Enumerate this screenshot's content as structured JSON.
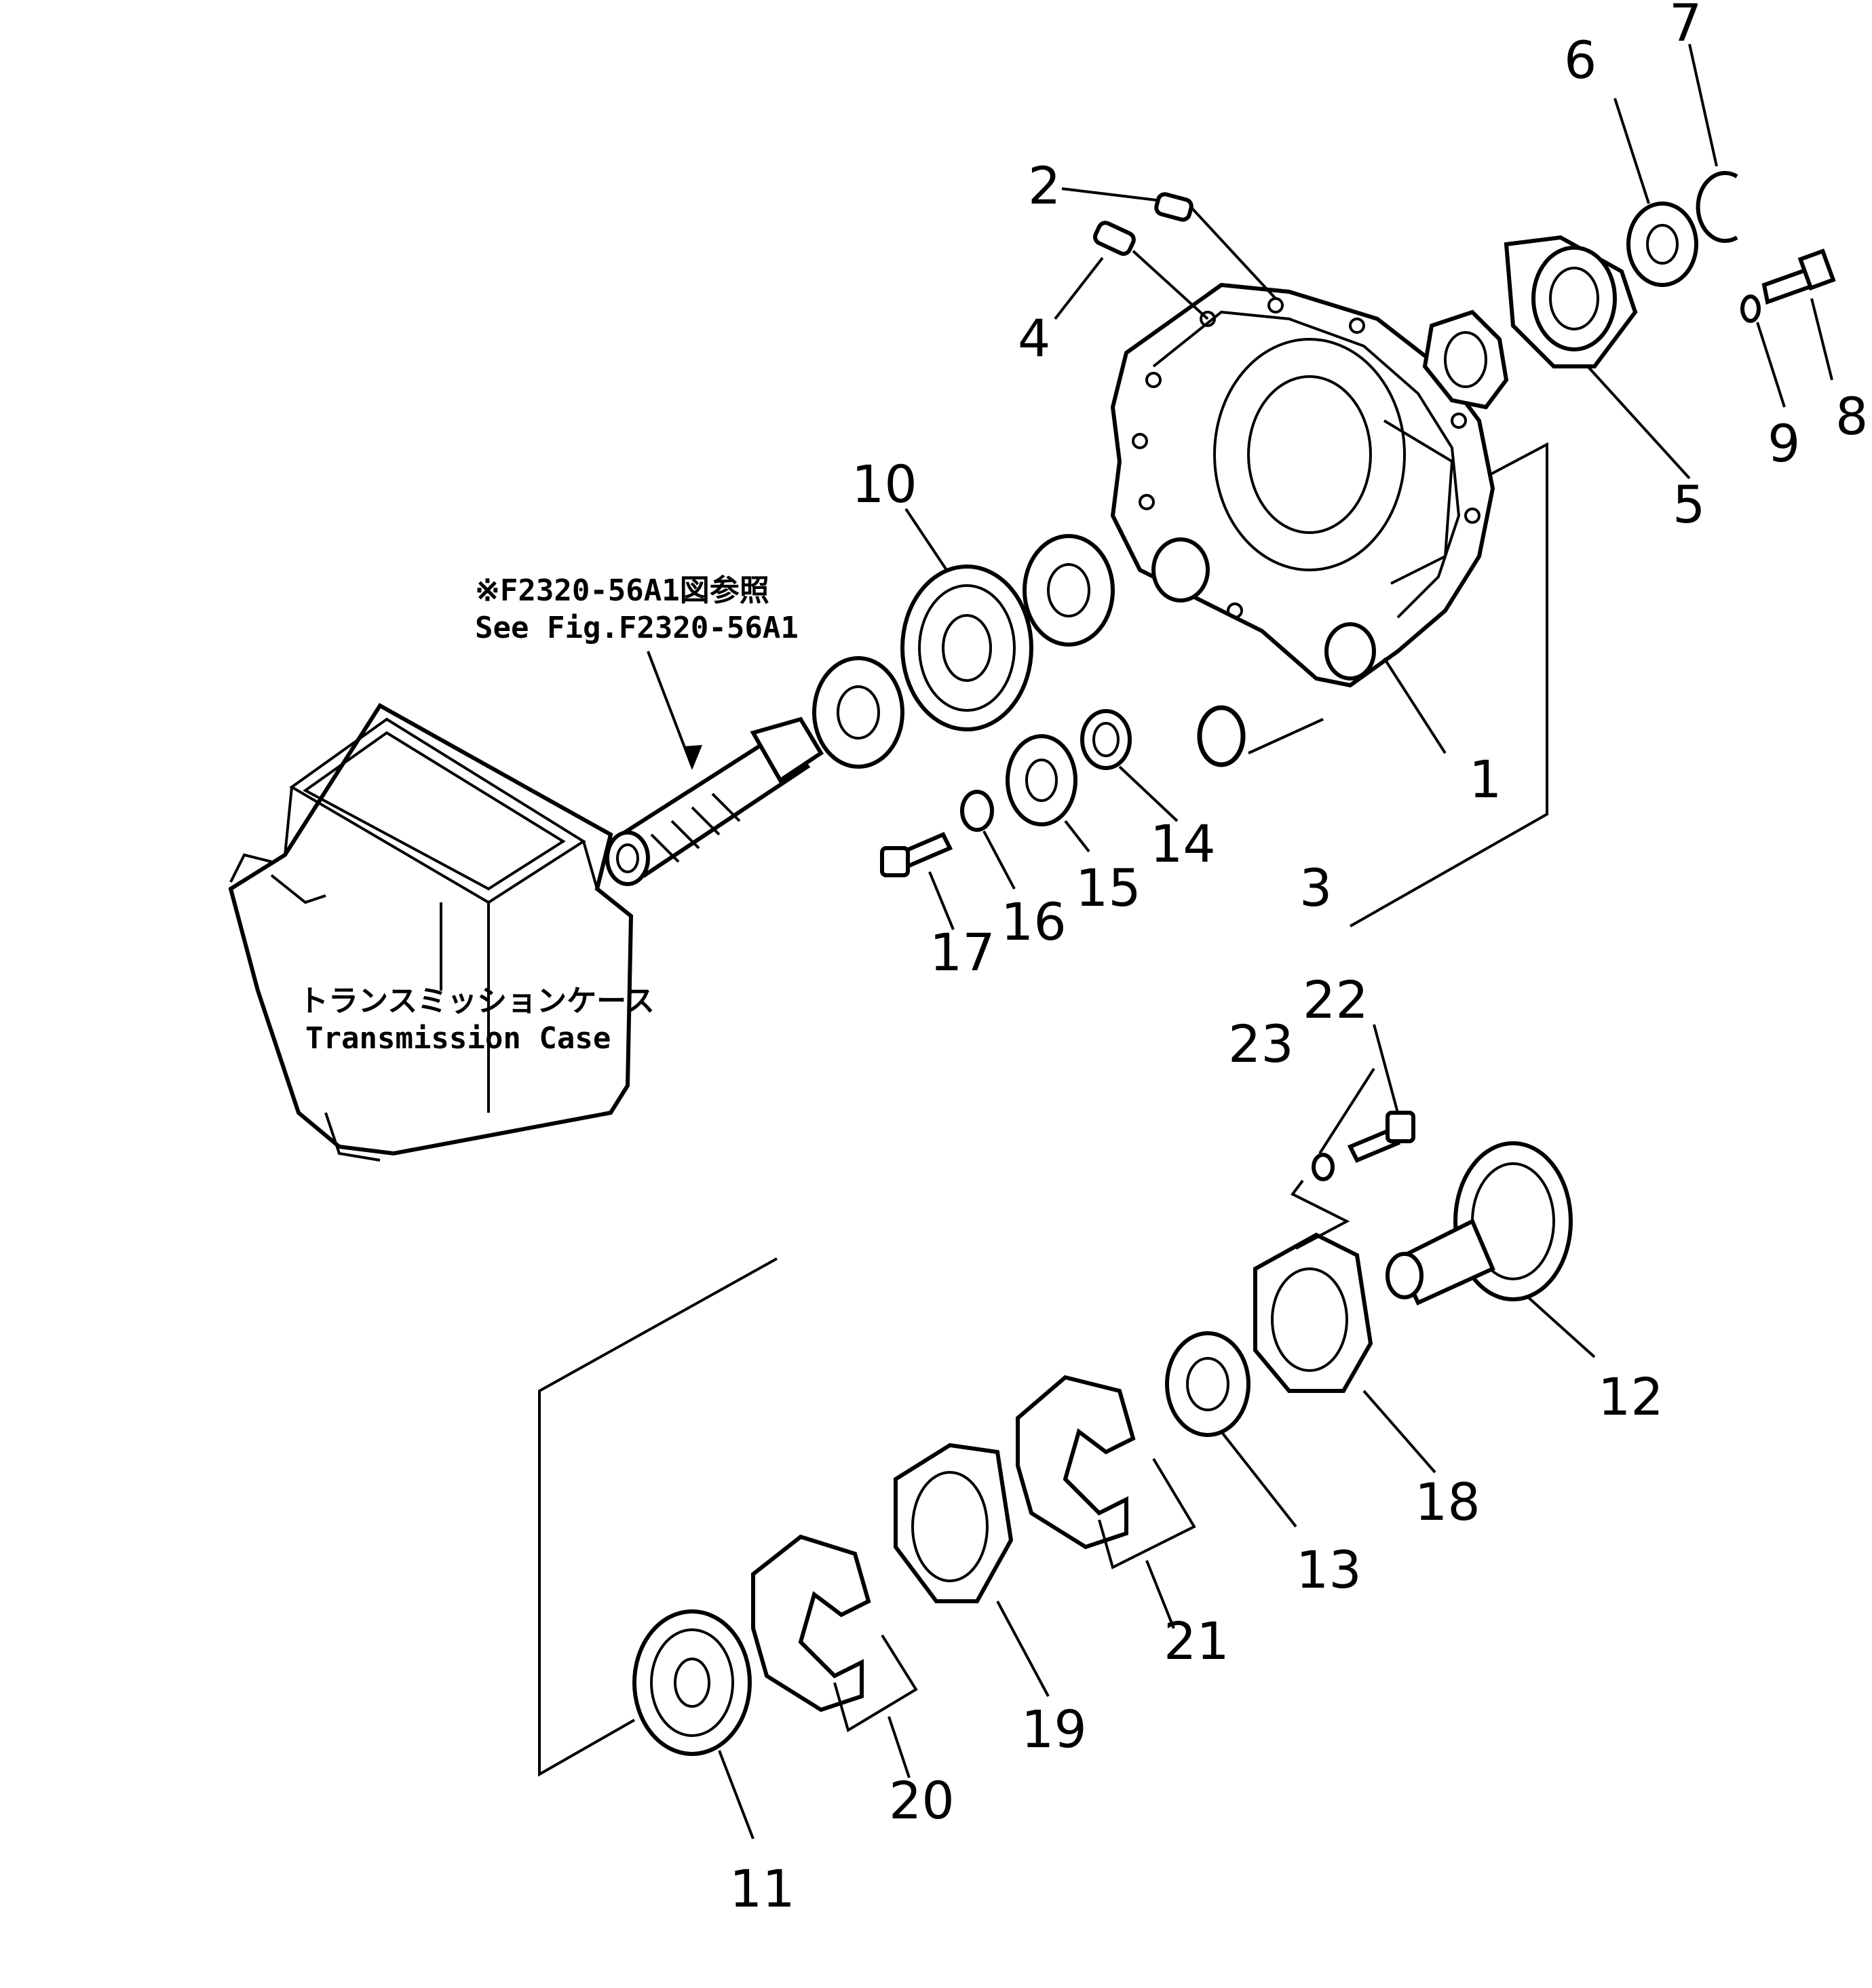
{
  "note_top": {
    "line1": "※F2320-56A1図参照",
    "line2": "See Fig.F2320-56A1"
  },
  "note_case": {
    "line1": "トランスミッションケース",
    "line2": "Transmission Case"
  },
  "callouts": [
    "1",
    "2",
    "3",
    "4",
    "5",
    "6",
    "7",
    "8",
    "9",
    "10",
    "11",
    "12",
    "13",
    "14",
    "15",
    "16",
    "17",
    "18",
    "19",
    "20",
    "21",
    "22",
    "23"
  ]
}
